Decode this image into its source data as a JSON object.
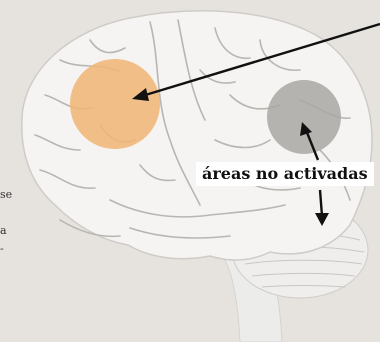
{
  "annotation": {
    "label": "áreas no activadas"
  },
  "side_text_fragments": [
    "se",
    "a",
    "-"
  ],
  "colors": {
    "background": "#e6e3de",
    "activated_area": "#f0b677",
    "inactive_area": "#a9a7a4",
    "arrow": "#111111",
    "brain": "#f4f3f1"
  }
}
